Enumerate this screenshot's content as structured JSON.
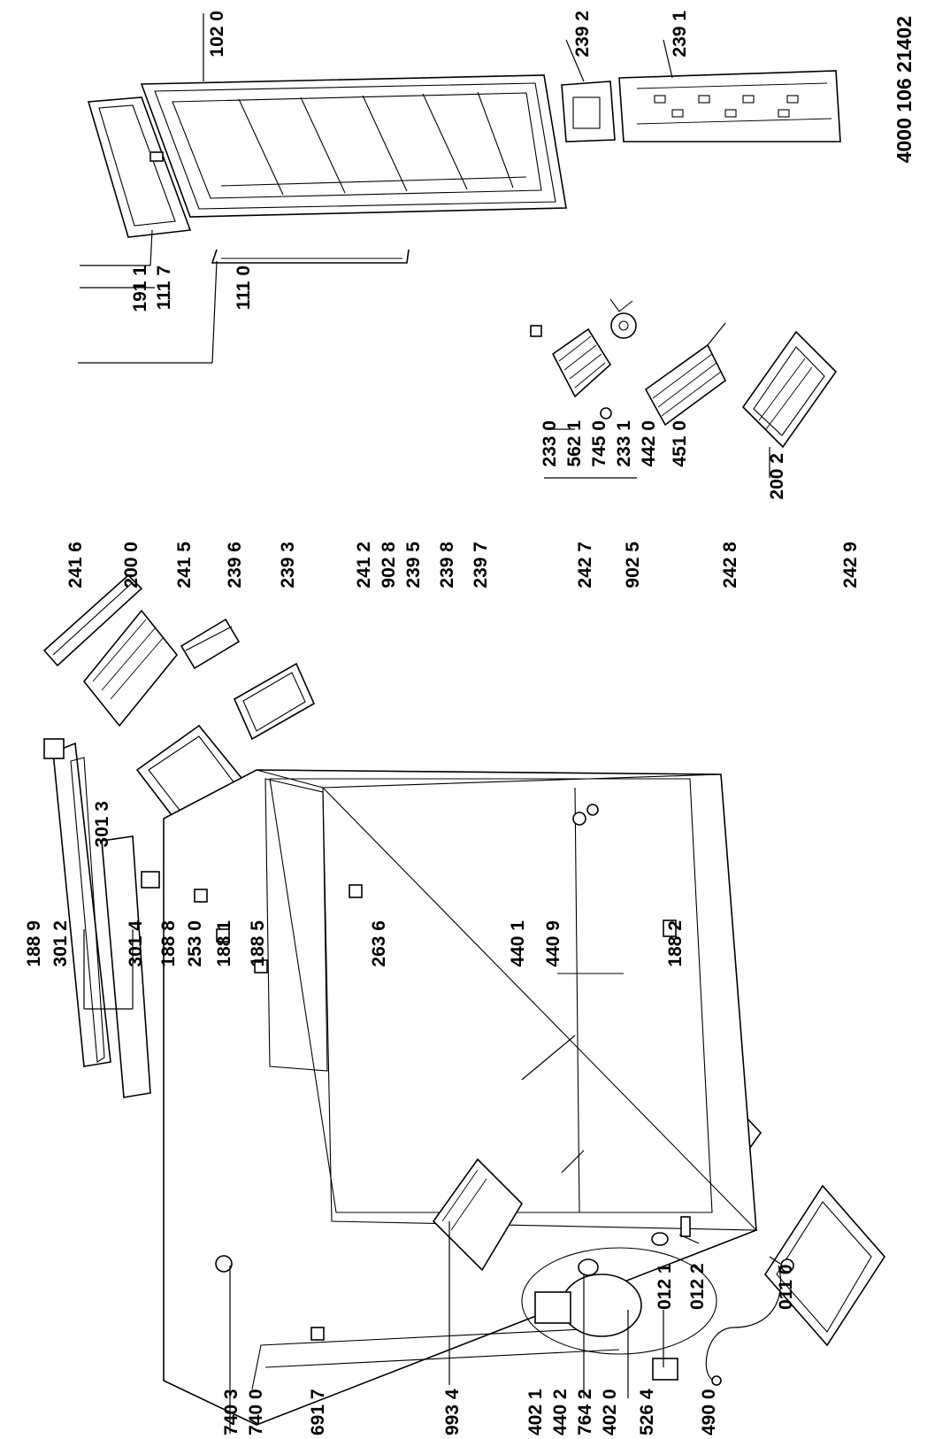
{
  "document_number": "4000 106 21402",
  "part_labels": [
    "102 0",
    "239 2",
    "239 1",
    "191 1",
    "111 7",
    "111 0",
    "233 0",
    "562 1",
    "745 0",
    "233 1",
    "442 0",
    "451 0",
    "200 2",
    "241 6",
    "200 0",
    "241 5",
    "239 6",
    "239 3",
    "241 2",
    "902 8",
    "239 5",
    "239 8",
    "239 7",
    "242 7",
    "902 5",
    "242 8",
    "242 9",
    "301 3",
    "188 9",
    "301 2",
    "301 4",
    "188 8",
    "253 0",
    "188 1",
    "188 5",
    "263 6",
    "440 1",
    "440 9",
    "188 2",
    "740 3",
    "740 0",
    "691 7",
    "993 4",
    "402 1",
    "440 2",
    "764 2",
    "402 0",
    "526 4",
    "490 0",
    "012 1",
    "012 2",
    "011 0"
  ]
}
